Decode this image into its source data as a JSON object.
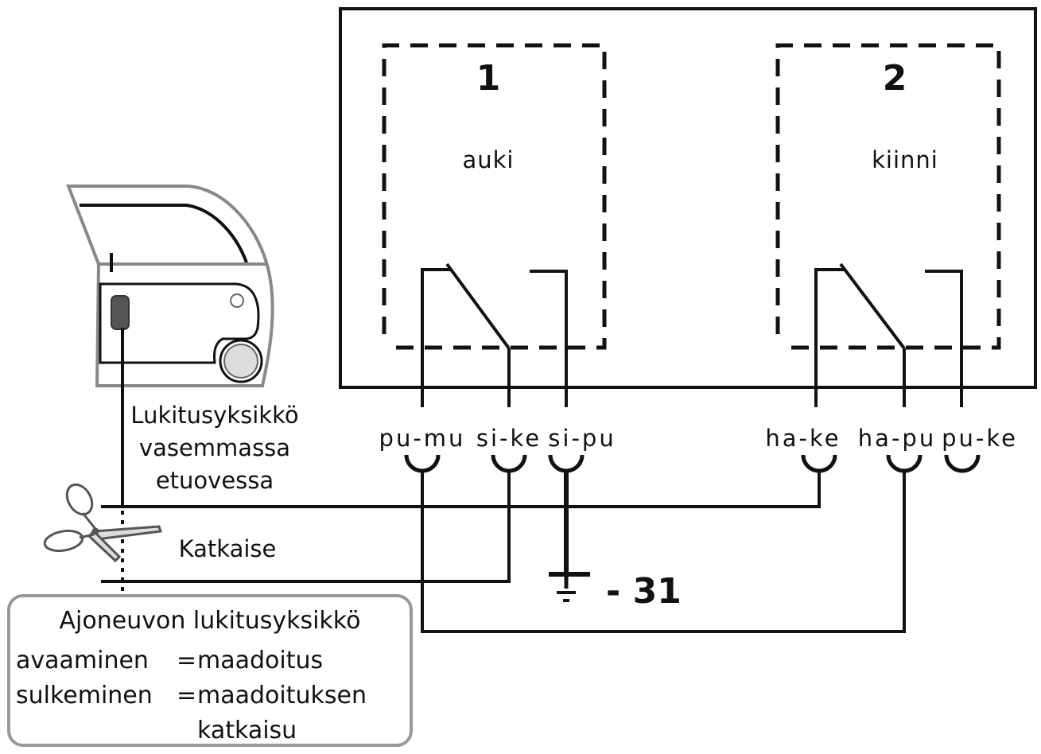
{
  "relays": [
    {
      "number": "1",
      "state": "auki"
    },
    {
      "number": "2",
      "state": "kiinni"
    }
  ],
  "terminals": [
    "pu-mu",
    "si-ke",
    "si-pu",
    "ha-ke",
    "ha-pu",
    "pu-ke"
  ],
  "lock_unit_label": [
    "Lukitusyksikkö",
    "vasemmassa",
    "etuovessa"
  ],
  "cut_label": "Katkaise",
  "ground_label": "- 31",
  "info_box": {
    "title": "Ajoneuvon lukitusyksikkö",
    "open_label": "avaaminen",
    "close_label": "sulkeminen",
    "equals": "=",
    "open_value": "maadoitus",
    "close_value_line1": "maadoituksen",
    "close_value_line2": "katkaisu"
  }
}
